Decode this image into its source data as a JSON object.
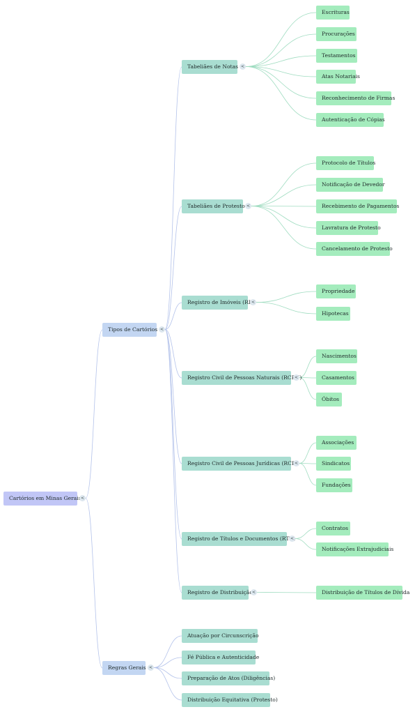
{
  "root": {
    "label": "Cartórios em Minas Gerais",
    "children": [
      {
        "label": "Tipos de Cartórios",
        "children": [
          {
            "label": "Tabeliães de Notas",
            "children": [
              {
                "label": "Escrituras"
              },
              {
                "label": "Procurações"
              },
              {
                "label": "Testamentos"
              },
              {
                "label": "Atas Notariais"
              },
              {
                "label": "Reconhecimento de Firmas"
              },
              {
                "label": "Autenticação de Cópias"
              }
            ]
          },
          {
            "label": "Tabeliães de Protesto",
            "children": [
              {
                "label": "Protocolo de Títulos"
              },
              {
                "label": "Notificação de Devedor"
              },
              {
                "label": "Recebimento de Pagamentos"
              },
              {
                "label": "Lavratura de Protesto"
              },
              {
                "label": "Cancelamento de Protesto"
              }
            ]
          },
          {
            "label": "Registro de Imóveis (RI)",
            "children": [
              {
                "label": "Propriedade"
              },
              {
                "label": "Hipotecas"
              }
            ]
          },
          {
            "label": "Registro Civil de Pessoas Naturais (RCPN)",
            "children": [
              {
                "label": "Nascimentos"
              },
              {
                "label": "Casamentos"
              },
              {
                "label": "Óbitos"
              }
            ]
          },
          {
            "label": "Registro Civil de Pessoas Jurídicas (RCPJ)",
            "children": [
              {
                "label": "Associações"
              },
              {
                "label": "Sindicatos"
              },
              {
                "label": "Fundações"
              }
            ]
          },
          {
            "label": "Registro de Títulos e Documentos (RTD)",
            "children": [
              {
                "label": "Contratos"
              },
              {
                "label": "Notificações Extrajudiciais"
              }
            ]
          },
          {
            "label": "Registro de Distribuição",
            "children": [
              {
                "label": "Distribuição de Títulos de Dívida"
              }
            ]
          }
        ]
      },
      {
        "label": "Regras Gerais",
        "children": [
          {
            "label": "Atuação por Circunscrição"
          },
          {
            "label": "Fé Pública e Autenticidade"
          },
          {
            "label": "Preparação de Atos (Diligências)"
          },
          {
            "label": "Distribuição Equitativa (Protesto)"
          }
        ]
      }
    ]
  },
  "toggle_symbol": "<",
  "colors": {
    "root": "#c1c6f6",
    "level1": "#c3d6f2",
    "level2": "#a9ddd1",
    "leaf": "#a4ecbd",
    "link_blue": "#b3c2ea",
    "link_green": "#9fdcc0"
  }
}
